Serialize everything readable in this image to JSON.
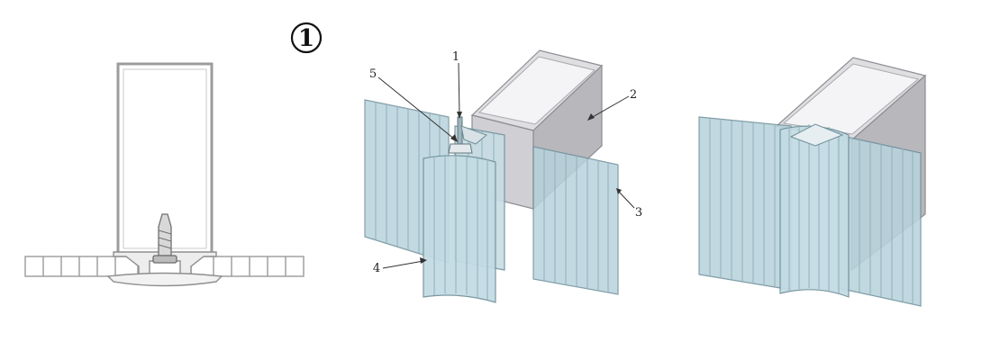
{
  "step_number": "1",
  "labels": {
    "l1": "1",
    "l2": "2",
    "l3": "3",
    "l4": "4",
    "l5": "5"
  },
  "colors": {
    "panel_fill": "#b9d3dc",
    "panel_stroke": "#6e8f9a",
    "rib": "#8fb0bc",
    "beam_light": "#d9d9dc",
    "beam_dark": "#b8b8bd",
    "beam_stroke": "#8d8d92",
    "line": "#9a9a9a",
    "text": "#222222"
  },
  "icons": [
    "screw-icon"
  ]
}
